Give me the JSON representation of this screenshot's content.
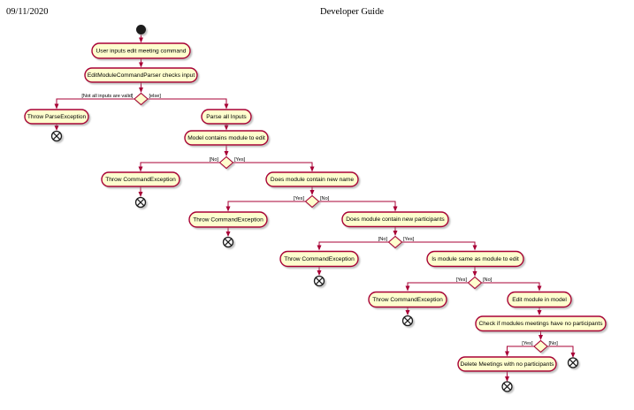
{
  "page": {
    "date": "09/11/2020",
    "title": "Developer Guide"
  },
  "diagram": {
    "colors": {
      "node_fill": "#FEFECE",
      "node_border": "#A80036",
      "edge": "#A80036",
      "text_color": "#000000",
      "end_node": "#1A1A1A"
    },
    "activities": [
      {
        "label": "User inputs edit meeting command"
      },
      {
        "label": "EditModuleCommandParser checks input"
      },
      {
        "label": "Throw ParseException"
      },
      {
        "label": "Parse all Inputs"
      },
      {
        "label": "Model contains module to edit"
      },
      {
        "label": "Throw CommandException"
      },
      {
        "label": "Does module contain new name"
      },
      {
        "label": "Throw CommandException"
      },
      {
        "label": "Does module contain new participants"
      },
      {
        "label": "Throw CommandException"
      },
      {
        "label": "Is module same as module to edit"
      },
      {
        "label": "Throw CommandException"
      },
      {
        "label": "Edit module in model"
      },
      {
        "label": "Check if modules meetings have no participants"
      },
      {
        "label": "Delete Meetings with no participants"
      }
    ],
    "guards": [
      {
        "left": "[Not all inputs are valid]",
        "right": "[else]"
      },
      {
        "left": "[No]",
        "right": "[Yes]"
      },
      {
        "left": "[Yes]",
        "right": "[No]"
      },
      {
        "left": "[No]",
        "right": "[Yes]"
      },
      {
        "left": "[Yes]",
        "right": "[No]"
      },
      {
        "left": "[Yes]",
        "right": "[No]"
      }
    ]
  }
}
